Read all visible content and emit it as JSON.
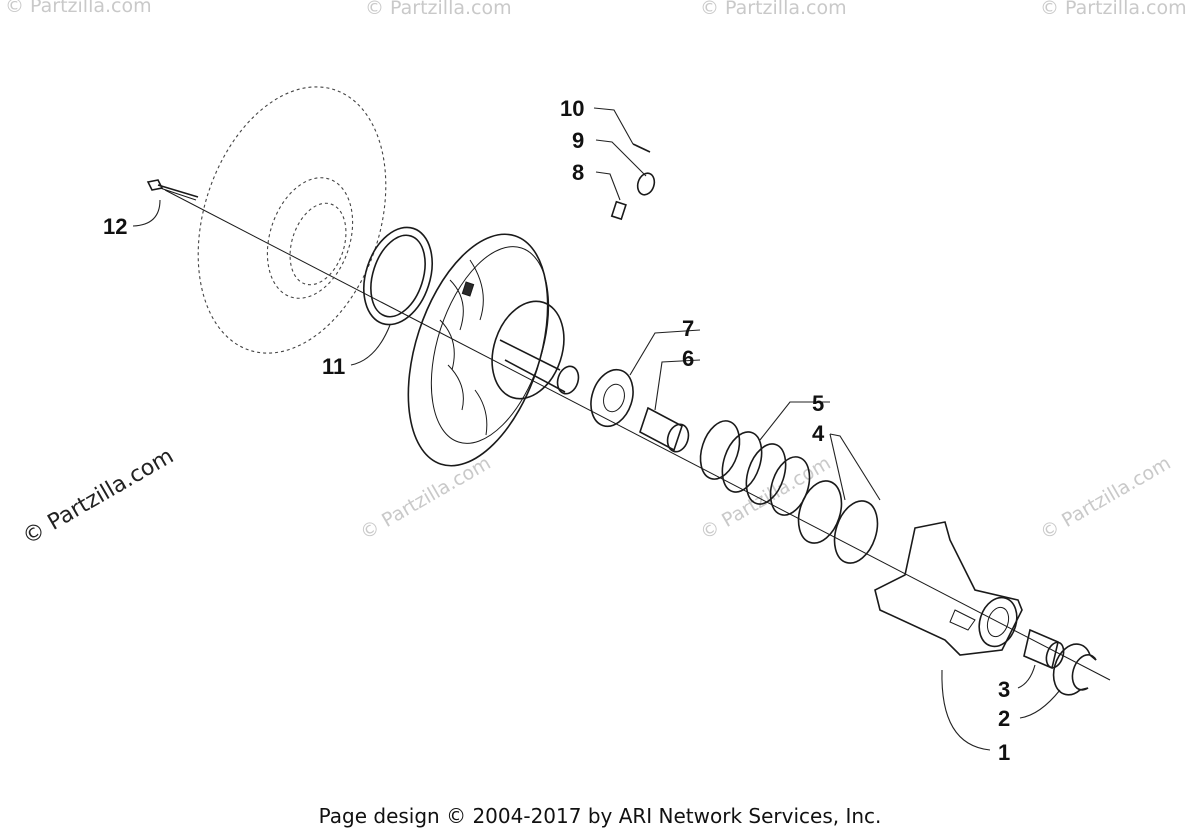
{
  "watermark": {
    "side_text": "© Partzilla.com",
    "repeat_text": "© Partzilla.com"
  },
  "callouts": [
    {
      "id": "1",
      "label": "1"
    },
    {
      "id": "2",
      "label": "2"
    },
    {
      "id": "3",
      "label": "3"
    },
    {
      "id": "4",
      "label": "4"
    },
    {
      "id": "5",
      "label": "5"
    },
    {
      "id": "6",
      "label": "6"
    },
    {
      "id": "7",
      "label": "7"
    },
    {
      "id": "8",
      "label": "8"
    },
    {
      "id": "9",
      "label": "9"
    },
    {
      "id": "10",
      "label": "10"
    },
    {
      "id": "11",
      "label": "11"
    },
    {
      "id": "12",
      "label": "12"
    }
  ],
  "footer": {
    "text": "Page design © 2004-2017 by ARI Network Services, Inc."
  },
  "colors": {
    "line": "#1a1a1a",
    "watermark": "#c9c9c9",
    "background": "#ffffff"
  }
}
